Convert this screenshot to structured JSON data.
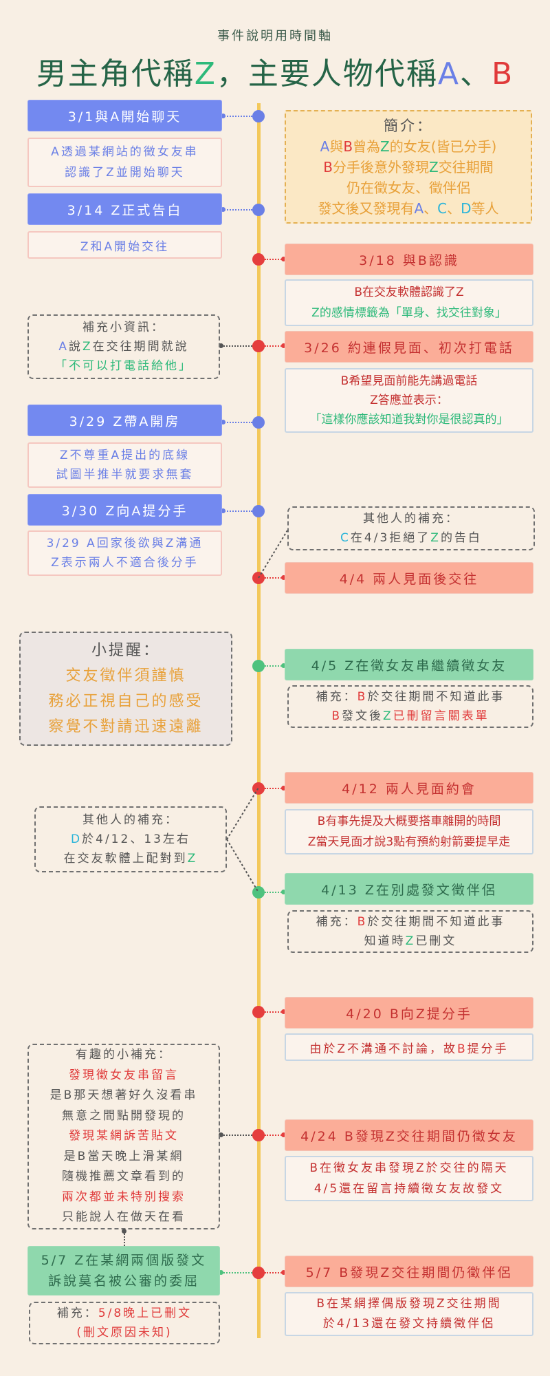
{
  "header": {
    "subtitle": "事件說明用時間軸",
    "title": [
      {
        "t": "男主角代稱",
        "c": "dark"
      },
      {
        "t": "Z",
        "c": "green"
      },
      {
        "t": "，主要人物代稱",
        "c": "dark"
      },
      {
        "t": "A",
        "c": "blue"
      },
      {
        "t": "、",
        "c": "dark"
      },
      {
        "t": "B",
        "c": "red"
      }
    ]
  },
  "colors": {
    "timeline": "#f3c85a",
    "blue": "#6a7fe6",
    "red": "#e03a3a",
    "green": "#2db97a",
    "cyan": "#2ab4d9",
    "orange": "#e8a13a"
  },
  "intro": {
    "heading": "簡介：",
    "lines": [
      [
        {
          "t": "A",
          "c": "blue"
        },
        {
          "t": "與",
          "c": "orange"
        },
        {
          "t": "B",
          "c": "red"
        },
        {
          "t": "曾為",
          "c": "orange"
        },
        {
          "t": "Z",
          "c": "green"
        },
        {
          "t": "的女友(皆已分手)",
          "c": "orange"
        }
      ],
      [
        {
          "t": "B",
          "c": "red"
        },
        {
          "t": "分手後意外發現",
          "c": "orange"
        },
        {
          "t": "Z",
          "c": "green"
        },
        {
          "t": "交往期間",
          "c": "orange"
        }
      ],
      [
        {
          "t": "仍在徵女友、徵伴侶",
          "c": "orange"
        }
      ],
      [
        {
          "t": "發文後又發現有",
          "c": "orange"
        },
        {
          "t": "A",
          "c": "blue"
        },
        {
          "t": "、",
          "c": "orange"
        },
        {
          "t": "C",
          "c": "cyan"
        },
        {
          "t": "、",
          "c": "orange"
        },
        {
          "t": "D",
          "c": "cyan"
        },
        {
          "t": "等人",
          "c": "orange"
        }
      ]
    ]
  },
  "events": [
    {
      "id": "e1",
      "title": [
        {
          "t": "3/1",
          "c": "w"
        },
        {
          "t": "與",
          "c": "w"
        },
        {
          "t": "A",
          "c": "w"
        },
        {
          "t": "開始聊天",
          "c": "w"
        }
      ],
      "desc": [
        [
          {
            "t": "A",
            "c": "blue"
          },
          {
            "t": "透過某網站的徵女友串",
            "c": "blue"
          }
        ],
        [
          {
            "t": "認識了",
            "c": "blue"
          },
          {
            "t": "Z",
            "c": "blue"
          },
          {
            "t": "並開始聊天",
            "c": "blue"
          }
        ]
      ]
    },
    {
      "id": "e2",
      "title": [
        {
          "t": "3/14 ",
          "c": "w"
        },
        {
          "t": "Z",
          "c": "w"
        },
        {
          "t": "正式告白",
          "c": "w"
        }
      ],
      "desc": [
        [
          {
            "t": "Z和A開始交往",
            "c": "blue"
          }
        ]
      ]
    },
    {
      "id": "e3",
      "title": [
        {
          "t": "3/18 與B認識",
          "c": "r"
        }
      ],
      "desc": [
        [
          {
            "t": "B在交友軟體認識了Z",
            "c": "darkred"
          }
        ],
        [
          {
            "t": "Z的感情標籤為「單身、找交往對象」",
            "c": "green"
          }
        ]
      ]
    },
    {
      "id": "e4",
      "title": [
        {
          "t": "3/26 約連假見面、初次打電話",
          "c": "r"
        }
      ],
      "desc": [
        [
          {
            "t": "B希望見面前能先講過電話",
            "c": "darkred"
          }
        ],
        [
          {
            "t": "Z答應並表示：",
            "c": "darkred"
          }
        ],
        [
          {
            "t": "「這樣你應該知道我對你是很認真的」",
            "c": "green"
          }
        ]
      ]
    },
    {
      "id": "e5",
      "title": [
        {
          "t": "3/29 Z帶A開房",
          "c": "w"
        }
      ],
      "desc": [
        [
          {
            "t": "Z不尊重A提出的底線",
            "c": "blue"
          }
        ],
        [
          {
            "t": "試圖半推半就要求無套",
            "c": "blue"
          }
        ]
      ]
    },
    {
      "id": "e6",
      "title": [
        {
          "t": "3/30 Z向A提分手",
          "c": "w"
        }
      ],
      "desc": [
        [
          {
            "t": "3/29 A回家後欲與Z溝通",
            "c": "blue"
          }
        ],
        [
          {
            "t": "Z表示兩人不適合後分手",
            "c": "blue"
          }
        ]
      ]
    },
    {
      "id": "e7",
      "title": [
        {
          "t": "4/4 兩人見面後交往",
          "c": "r"
        }
      ],
      "desc": []
    },
    {
      "id": "e8",
      "title": [
        {
          "t": "4/5 Z在徵女友串繼續徵女友",
          "c": "g"
        }
      ],
      "desc": [
        [
          {
            "t": "補充：",
            "c": "gray"
          },
          {
            "t": "B",
            "c": "red"
          },
          {
            "t": "於交往期間不知道此事",
            "c": "gray"
          }
        ],
        [
          {
            "t": "B",
            "c": "red"
          },
          {
            "t": "發文後",
            "c": "gray"
          },
          {
            "t": "Z",
            "c": "green"
          },
          {
            "t": "已刪留言關表單",
            "c": "red"
          }
        ]
      ]
    },
    {
      "id": "e9",
      "title": [
        {
          "t": "4/12 兩人見面約會",
          "c": "r"
        }
      ],
      "desc": [
        [
          {
            "t": "B有事先提及大概要搭車離開的時間",
            "c": "darkred"
          }
        ],
        [
          {
            "t": "Z當天見面才說3點有預約射箭要提早走",
            "c": "darkred"
          }
        ]
      ]
    },
    {
      "id": "e10",
      "title": [
        {
          "t": "4/13 Z在別處發文徵伴侶",
          "c": "g"
        }
      ],
      "desc": [
        [
          {
            "t": "補充：",
            "c": "gray"
          },
          {
            "t": "B",
            "c": "red"
          },
          {
            "t": "於交往期間不知道此事",
            "c": "gray"
          }
        ],
        [
          {
            "t": "知道時",
            "c": "gray"
          },
          {
            "t": "Z",
            "c": "green"
          },
          {
            "t": "已刪文",
            "c": "gray"
          }
        ]
      ]
    },
    {
      "id": "e11",
      "title": [
        {
          "t": "4/20 B向Z提分手",
          "c": "r"
        }
      ],
      "desc": [
        [
          {
            "t": "由於",
            "c": "darkred"
          },
          {
            "t": "Z",
            "c": "darkred"
          },
          {
            "t": "不溝通不討論，故",
            "c": "darkred"
          },
          {
            "t": "B",
            "c": "red"
          },
          {
            "t": "提分手",
            "c": "darkred"
          }
        ]
      ]
    },
    {
      "id": "e12",
      "title": [
        {
          "t": "4/24 B發現Z交往期間仍徵女友",
          "c": "r"
        }
      ],
      "desc": [
        [
          {
            "t": "B在徵女友串發現Z於交往的隔天",
            "c": "darkred"
          }
        ],
        [
          {
            "t": "4/5還在留言持續徵女友故發文",
            "c": "darkred"
          }
        ]
      ]
    },
    {
      "id": "e13",
      "title": [
        {
          "t": "5/7 Z在某網兩個版發文",
          "c": "g"
        },
        {
          "t": "\n訴說莫名被公審的委屈",
          "c": "g"
        }
      ],
      "desc": [
        [
          {
            "t": "補充：",
            "c": "gray"
          },
          {
            "t": "5/8晚上已刪文",
            "c": "red"
          }
        ],
        [
          {
            "t": "(刪文原因未知)",
            "c": "red"
          }
        ]
      ]
    },
    {
      "id": "e14",
      "title": [
        {
          "t": "5/7 B發現Z交往期間仍徵伴侶",
          "c": "r"
        }
      ],
      "desc": [
        [
          {
            "t": "B在某網擇偶版發現Z交往期間",
            "c": "darkred"
          }
        ],
        [
          {
            "t": "於4/13還在發文持續徵伴侶",
            "c": "darkred"
          }
        ]
      ]
    }
  ],
  "notes": {
    "n1": {
      "heading": "補充小資訊：",
      "lines": [
        [
          {
            "t": "A",
            "c": "blue"
          },
          {
            "t": "說",
            "c": "gray"
          },
          {
            "t": "Z",
            "c": "green"
          },
          {
            "t": "在交往期間就說",
            "c": "gray"
          }
        ],
        [
          {
            "t": "「不可以打電話給他」",
            "c": "green"
          }
        ]
      ]
    },
    "n2": {
      "heading": "其他人的補充：",
      "lines": [
        [
          {
            "t": "C",
            "c": "cyan"
          },
          {
            "t": "在4/3拒絕了",
            "c": "gray"
          },
          {
            "t": "Z",
            "c": "green"
          },
          {
            "t": "的告白",
            "c": "gray"
          }
        ]
      ]
    },
    "tip": {
      "heading": "小提醒：",
      "lines": [
        [
          {
            "t": "交友徵伴須謹慎",
            "c": "orange"
          }
        ],
        [
          {
            "t": "務必正視自己的感受",
            "c": "orange"
          }
        ],
        [
          {
            "t": "察覺不對請迅速遠離",
            "c": "orange"
          }
        ]
      ]
    },
    "n3": {
      "heading": "其他人的補充：",
      "lines": [
        [
          {
            "t": "D",
            "c": "cyan"
          },
          {
            "t": "於4/12、13左右",
            "c": "gray"
          }
        ],
        [
          {
            "t": "在交友軟體上配對到",
            "c": "gray"
          },
          {
            "t": "Z",
            "c": "green"
          }
        ]
      ]
    },
    "n4": {
      "heading": "有趣的小補充：",
      "lines": [
        [
          {
            "t": "發現徵女友串留言",
            "c": "red"
          }
        ],
        [
          {
            "t": "是B那天想著好久沒看串",
            "c": "gray"
          }
        ],
        [
          {
            "t": "無意之間點開發現的",
            "c": "gray"
          }
        ],
        [
          {
            "t": "發現某網訴苦貼文",
            "c": "red"
          }
        ],
        [
          {
            "t": "是B當天晚上滑某網",
            "c": "gray"
          }
        ],
        [
          {
            "t": "隨機推薦文章看到的",
            "c": "gray"
          }
        ],
        [
          {
            "t": "兩次都並未特別搜索",
            "c": "red"
          }
        ],
        [
          {
            "t": "只能說人在做天在看",
            "c": "gray"
          }
        ]
      ]
    }
  }
}
